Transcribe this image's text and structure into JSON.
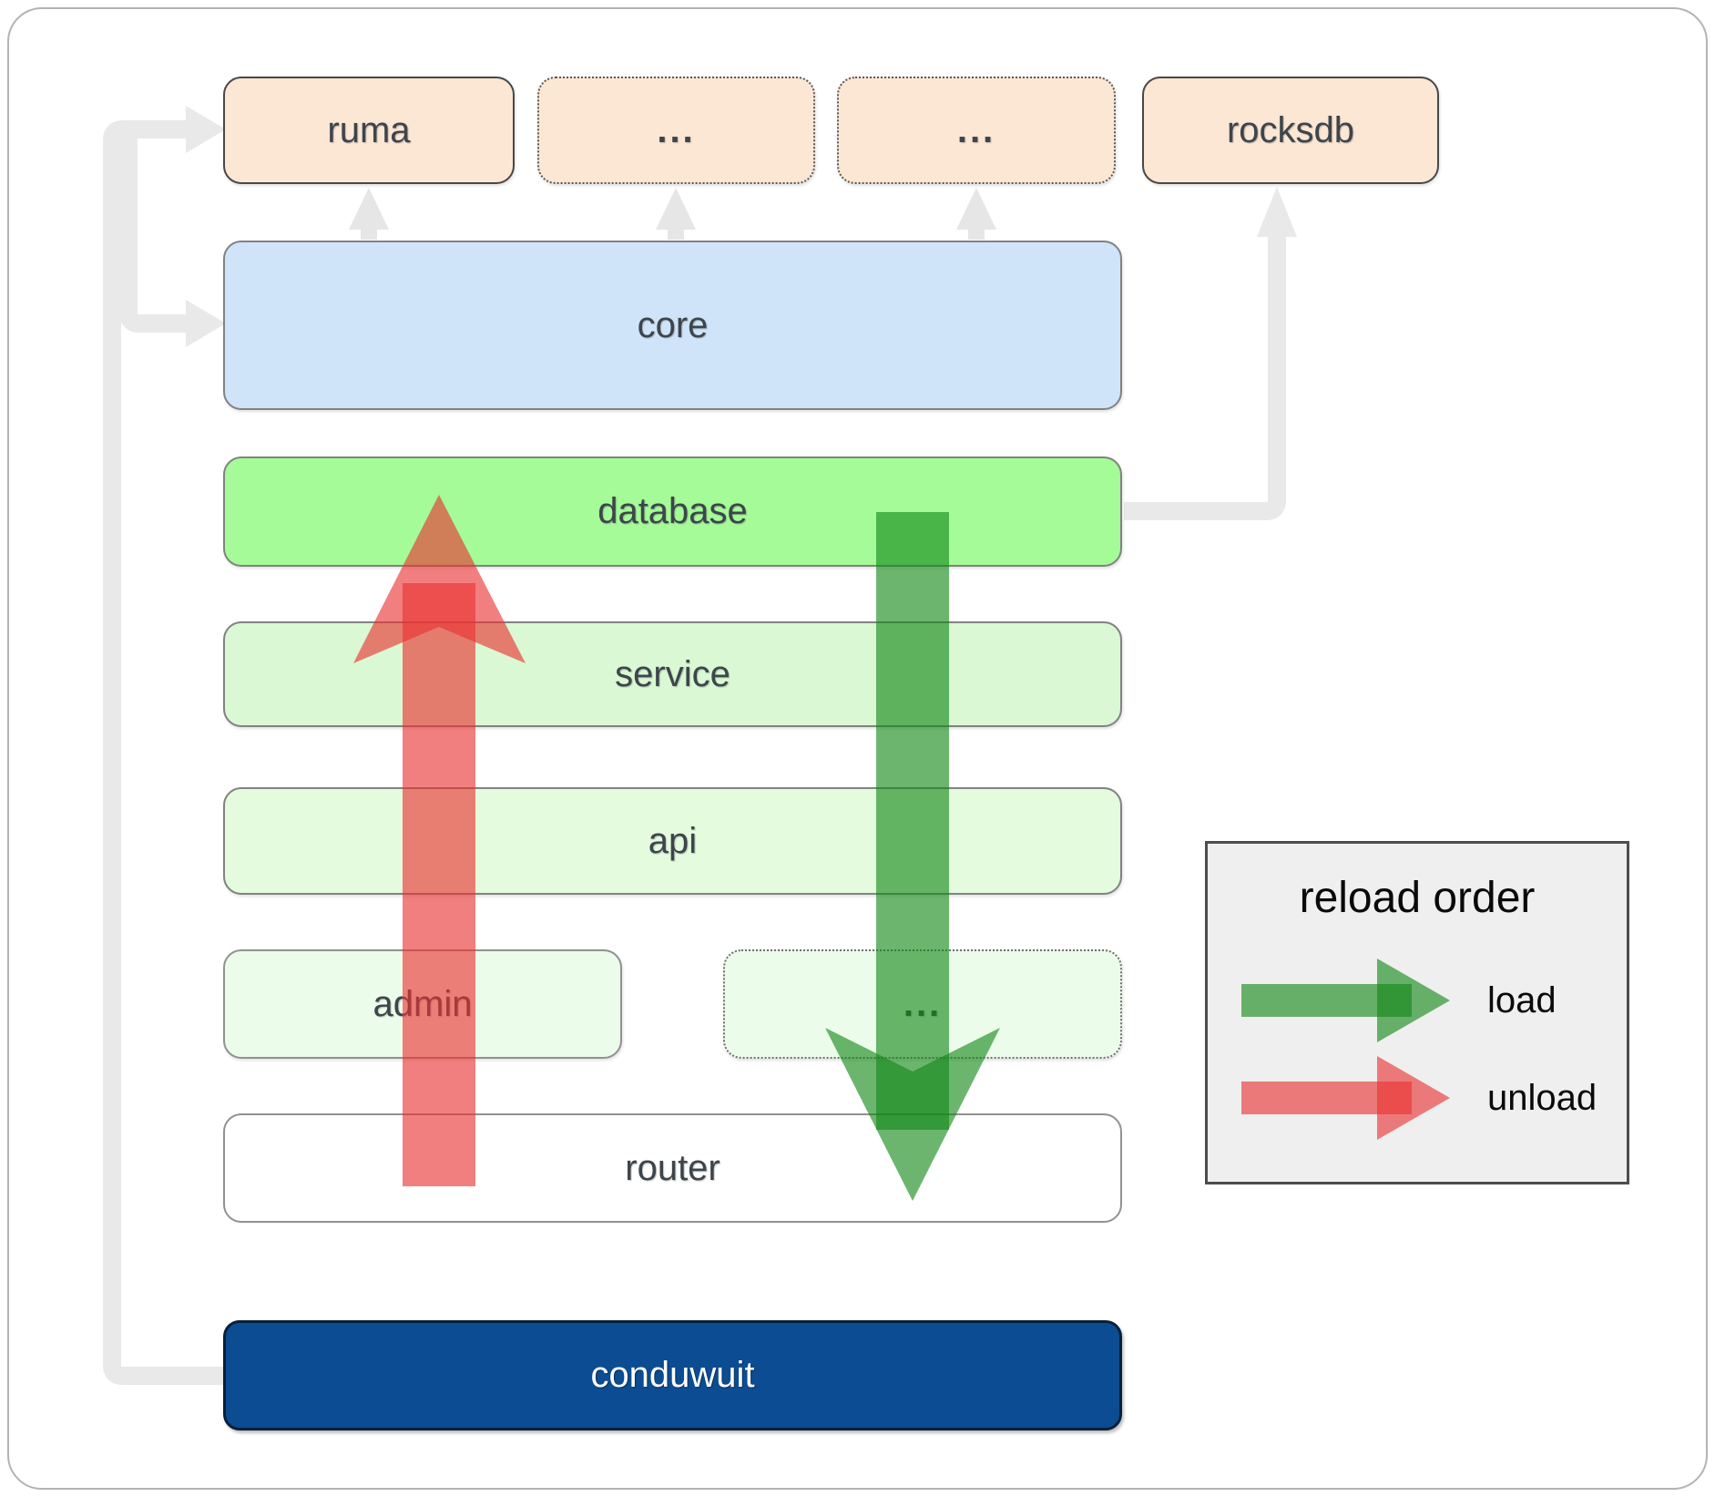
{
  "boxes": {
    "ruma": "ruma",
    "ellipsis_top_1": "...",
    "ellipsis_top_2": "...",
    "rocksdb": "rocksdb",
    "core": "core",
    "database": "database",
    "service": "service",
    "api": "api",
    "admin": "admin",
    "ellipsis_admin": "...",
    "router": "router",
    "conduwuit": "conduwuit"
  },
  "legend": {
    "title": "reload order",
    "items": [
      {
        "label": "load",
        "color": "#128717"
      },
      {
        "label": "unload",
        "color": "#ea3030"
      }
    ]
  },
  "colors": {
    "load_arrow_green": "#128717",
    "unload_arrow_red": "#ea3030",
    "connector_gray": "#e9e9e9",
    "ruma_fill": "#fce6d4",
    "core_fill": "#d0e4f9",
    "database_fill": "#a4fb97",
    "service_fill": "#d9f8d3",
    "api_fill": "#e4fbde",
    "admin_fill": "#ecfcea",
    "router_fill": "#ffffff",
    "conduwuit_fill": "#0c4c92",
    "legend_fill": "#efefef"
  }
}
